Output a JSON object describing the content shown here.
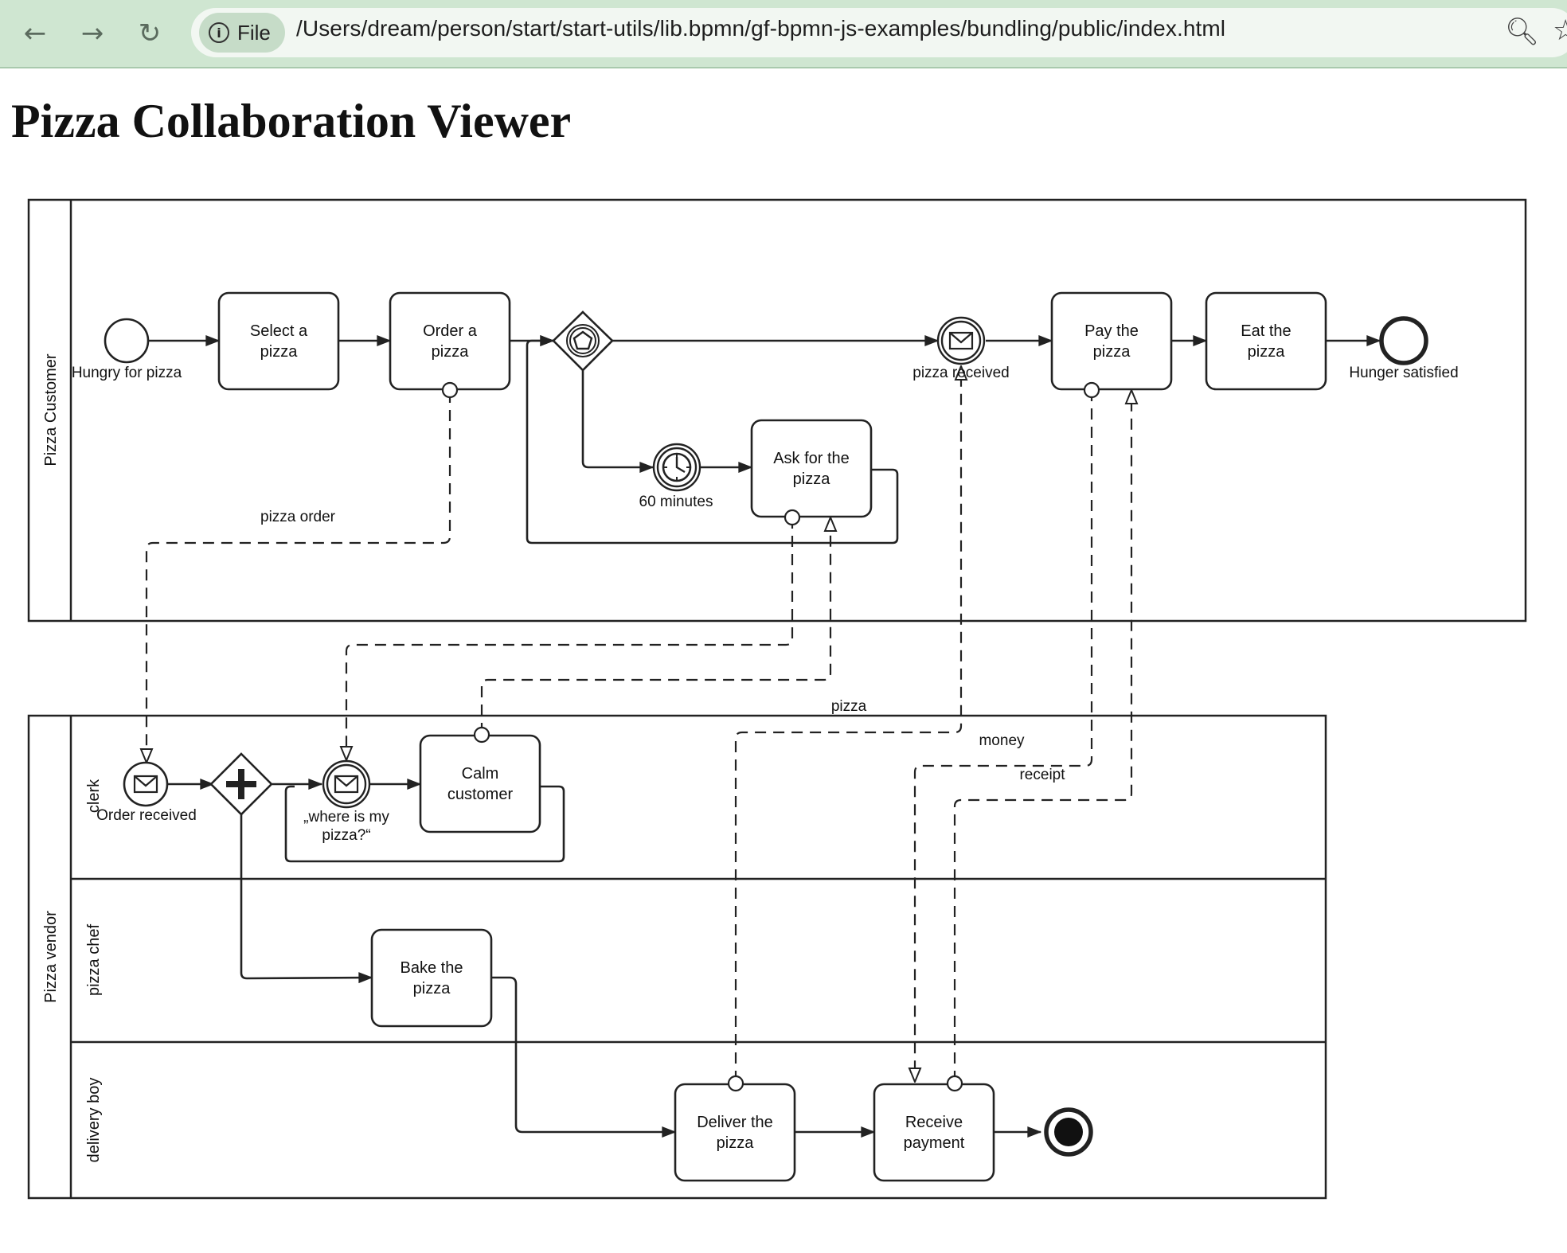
{
  "browser": {
    "back_icon": "arrow-left-icon",
    "forward_icon": "arrow-right-icon",
    "reload_icon": "reload-icon",
    "chip_label": "File",
    "url": "/Users/dream/person/start/start-utils/lib.bpmn/gf-bpmn-js-examples/bundling/public/index.html",
    "zoom_icon": "zoom-icon",
    "bookmark_icon": "star-icon"
  },
  "page": {
    "title": "Pizza Collaboration Viewer"
  },
  "diagram": {
    "pools": {
      "customer": "Pizza Customer",
      "vendor": "Pizza vendor"
    },
    "lanes": {
      "clerk": "clerk",
      "chef": "pizza chef",
      "delivery": "delivery boy"
    },
    "tasks": {
      "select": [
        "Select a",
        "pizza"
      ],
      "order": [
        "Order a",
        "pizza"
      ],
      "ask": [
        "Ask for the",
        "pizza"
      ],
      "pay": [
        "Pay the",
        "pizza"
      ],
      "eat": [
        "Eat the",
        "pizza"
      ],
      "calm": [
        "Calm",
        "customer"
      ],
      "bake": [
        "Bake the",
        "pizza"
      ],
      "deliver": [
        "Deliver the",
        "pizza"
      ],
      "receive": [
        "Receive",
        "payment"
      ]
    },
    "events": {
      "hungry": "Hungry for pizza",
      "received": "pizza received",
      "satisfied": "Hunger satisfied",
      "timer": "60 minutes",
      "order_received": "Order received",
      "where": [
        "„where is my",
        "pizza?“"
      ]
    },
    "messages": {
      "order": "pizza order",
      "pizza": "pizza",
      "money": "money",
      "receipt": "receipt"
    }
  }
}
